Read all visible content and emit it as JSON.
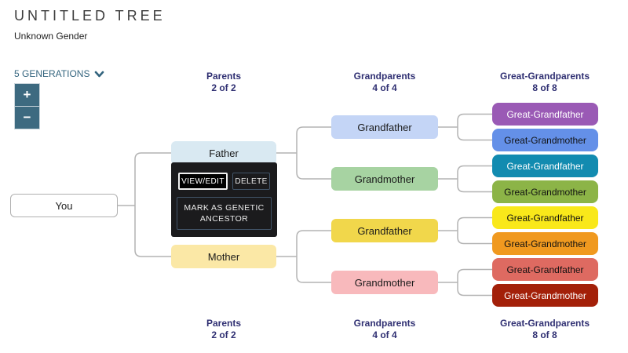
{
  "page": {
    "title": "UNTITLED TREE",
    "subtitle": "Unknown Gender"
  },
  "controls": {
    "generations_label": "5 GENERATIONS",
    "zoom_in_label": "+",
    "zoom_out_label": "−"
  },
  "columns": {
    "parents": {
      "label": "Parents",
      "count": "2 of 2"
    },
    "grandparents": {
      "label": "Grandparents",
      "count": "4 of 4"
    },
    "great_grandparents": {
      "label": "Great-Grandparents",
      "count": "8 of 8"
    }
  },
  "tree": {
    "you": {
      "label": "You",
      "bg": "#FFFFFF",
      "fg": "#1A1A1A"
    },
    "parents": [
      {
        "label": "Father",
        "bg": "#D9E9F2",
        "fg": "#1A1A1A"
      },
      {
        "label": "Mother",
        "bg": "#FBE8A6",
        "fg": "#1A1A1A"
      }
    ],
    "grandparents": [
      {
        "label": "Grandfather",
        "bg": "#C4D5F6",
        "fg": "#1A1A1A"
      },
      {
        "label": "Grandmother",
        "bg": "#A7D3A2",
        "fg": "#1A1A1A"
      },
      {
        "label": "Grandfather",
        "bg": "#F1D74B",
        "fg": "#1A1A1A"
      },
      {
        "label": "Grandmother",
        "bg": "#F8B9BC",
        "fg": "#1A1A1A"
      }
    ],
    "great_grandparents": [
      {
        "label": "Great-Grandfather",
        "bg": "#9A5AB5",
        "fg": "#FFFFFF"
      },
      {
        "label": "Great-Grandmother",
        "bg": "#6490E8",
        "fg": "#111111"
      },
      {
        "label": "Great-Grandfather",
        "bg": "#128BB0",
        "fg": "#FFFFFF"
      },
      {
        "label": "Great-Grandmother",
        "bg": "#8CB447",
        "fg": "#111111"
      },
      {
        "label": "Great-Grandfather",
        "bg": "#F9E81A",
        "fg": "#111111"
      },
      {
        "label": "Great-Grandmother",
        "bg": "#F0991F",
        "fg": "#111111"
      },
      {
        "label": "Great-Grandfather",
        "bg": "#DE6A61",
        "fg": "#111111"
      },
      {
        "label": "Great-Grandmother",
        "bg": "#A32009",
        "fg": "#FFFFFF"
      }
    ]
  },
  "context_menu": {
    "view_edit": "VIEW/EDIT",
    "delete": "DELETE",
    "mark_line1": "MARK AS GENETIC",
    "mark_line2": "ANCESTOR"
  },
  "colors": {
    "accent_link": "#33647E",
    "zoom_button_bg": "#3D6A80",
    "column_header": "#2F2F72",
    "connector": "#B3B3B3",
    "menu_bg": "#1B1B1D"
  }
}
